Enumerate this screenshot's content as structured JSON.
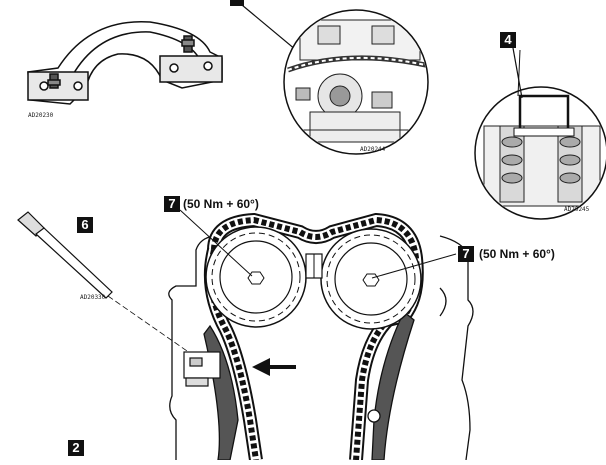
{
  "callouts": {
    "c2": "2",
    "c4": "4",
    "c6": "6",
    "c7a": "7",
    "c7b": "7"
  },
  "torque": {
    "left": "(50 Nm + 60°)",
    "right": "(50 Nm + 60°)"
  },
  "codes": {
    "tool_arc": "AD20230",
    "detail_chain": "AD20244",
    "detail_cam": "AD20245",
    "tool_rod": "AD20330"
  },
  "arrow_direction": "left"
}
